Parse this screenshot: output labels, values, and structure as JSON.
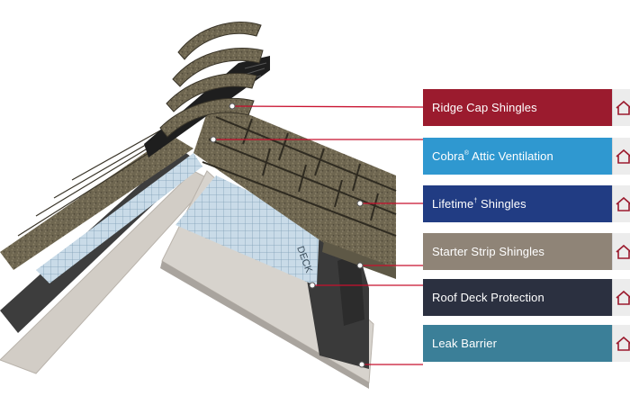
{
  "legend": [
    {
      "id": "ridge-cap",
      "label": "Ridge Cap Shingles",
      "sup": "",
      "color": "#9b1b2e",
      "icon": "house-icon"
    },
    {
      "id": "cobra-ventilation",
      "label_before": "Cobra",
      "sup": "®",
      "label_after": " Attic Ventilation",
      "color": "#2f98d0",
      "icon": "house-icon"
    },
    {
      "id": "lifetime-shingles",
      "label_before": "Lifetime",
      "sup": "†",
      "label_after": " Shingles",
      "color": "#213c83",
      "icon": "house-icon"
    },
    {
      "id": "starter-strip",
      "label": "Starter Strip Shingles",
      "sup": "",
      "color": "#8f8477",
      "icon": "house-icon"
    },
    {
      "id": "roof-deck-protection",
      "label": "Roof Deck Protection",
      "sup": "",
      "color": "#2b3040",
      "icon": "house-icon"
    },
    {
      "id": "leak-barrier",
      "label": "Leak Barrier",
      "sup": "",
      "color": "#3b7f98",
      "icon": "house-icon"
    }
  ],
  "colors": {
    "callout_line": "#c8102e",
    "shingle": "#6f6650",
    "shingle_dark": "#3e3a2e",
    "deck": "#cfcac3",
    "underlayment": "#a9c4d8",
    "leak_barrier": "#3a3a3a"
  },
  "underlayment_text": "DECK"
}
